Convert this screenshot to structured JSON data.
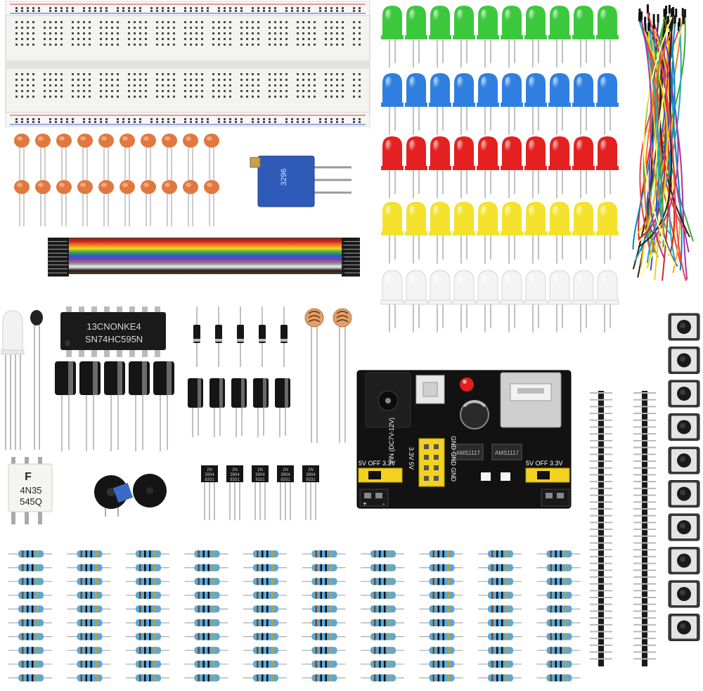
{
  "ic_chip": {
    "line1": "13CNONKE4",
    "line2": "SN74HC595N"
  },
  "optocoupler": {
    "line1": "4N35",
    "line2": "545Q",
    "logo": "F"
  },
  "transistor": {
    "line1": "2N",
    "line2": "3904",
    "line3": "8331"
  },
  "potentiometer": {
    "text": "3296"
  },
  "power_module": {
    "input_label": "VIN (DC7V-12V)",
    "gnd_label": "GND GND GND",
    "rail_label": "3.3V 5V",
    "left_switch": "5V  OFF  3.3V",
    "right_switch": "5V  OFF  3.3V",
    "chip_left": "AMS1117",
    "chip_right": "AMS1117",
    "plus": "+",
    "minus": "-"
  },
  "colors": {
    "breadboard": "#f1f1ee",
    "led_green": "#3cc83c",
    "led_blue": "#2f7fe0",
    "led_red": "#e42020",
    "led_yellow": "#f4e22c",
    "led_white": "#f4f4f4",
    "resistor": "#5ba8d8",
    "capacitor": "#e07840",
    "module_pcb": "#111111",
    "header_yellow": "#f2d21e"
  }
}
